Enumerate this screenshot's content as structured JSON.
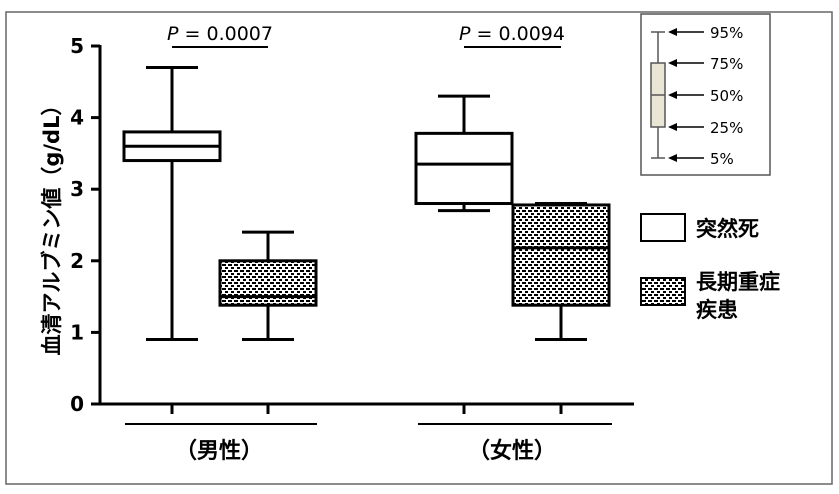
{
  "chart_data": {
    "type": "box",
    "ylabel": "血清アルブミン値（g/dL）",
    "ylim": [
      0,
      5
    ],
    "yticks": [
      "0",
      "1",
      "2",
      "3",
      "4",
      "5"
    ],
    "groups": [
      {
        "label": "（男性）",
        "p_label": "P",
        "p_text": "= 0.0007",
        "boxes": [
          {
            "series": "突然死",
            "p5": 0.9,
            "p25": 3.4,
            "p50": 3.6,
            "p75": 3.8,
            "p95": 4.7
          },
          {
            "series": "長期重症疾患",
            "p5": 0.9,
            "p25": 1.38,
            "p50": 1.5,
            "p75": 2.0,
            "p95": 2.4
          }
        ]
      },
      {
        "label": "（女性）",
        "p_label": "P",
        "p_text": "= 0.0094",
        "boxes": [
          {
            "series": "突然死",
            "p5": 2.7,
            "p25": 2.8,
            "p50": 3.35,
            "p75": 3.78,
            "p95": 4.3
          },
          {
            "series": "長期重症疾患",
            "p5": 0.9,
            "p25": 1.38,
            "p50": 2.18,
            "p75": 2.78,
            "p95": 2.8
          }
        ]
      }
    ],
    "legend": {
      "placement": "right",
      "entries": [
        {
          "name": "突然死",
          "lines": [
            "突然死"
          ],
          "fill": "white"
        },
        {
          "name": "長期重症疾患",
          "lines": [
            "長期重症",
            "疾患"
          ],
          "fill": "pattern"
        }
      ]
    },
    "key": {
      "labels": [
        "95%",
        "75%",
        "50%",
        "25%",
        "5%"
      ]
    }
  },
  "colors": {
    "ink": "#000000",
    "key_box": "#eae6d6",
    "key_ink": "#555555"
  }
}
